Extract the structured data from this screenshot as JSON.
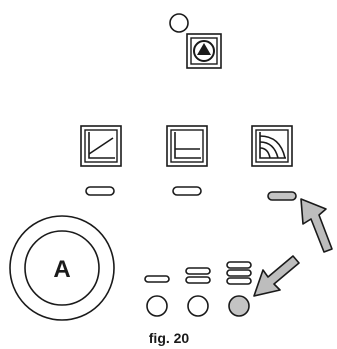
{
  "figure": {
    "caption": "fig. 20",
    "circle_label": "A"
  },
  "colors": {
    "stroke": "#1a1a1a",
    "fill_active": "#c4c4c4",
    "arrow_fill": "#bdbdbd",
    "background": "#ffffff"
  },
  "icons": {
    "pump_button": "pump-triangle-icon",
    "indicator_led": "circle-indicator-icon",
    "mode_1": "proportional-pressure-curve-icon",
    "mode_2": "constant-pressure-curve-icon",
    "mode_3": "fixed-speed-curves-icon",
    "speed_1": "one-bar-icon",
    "speed_2": "two-bars-icon",
    "speed_3": "three-bars-icon",
    "arrow": "gray-pointer-arrow-icon"
  },
  "state": {
    "selected_mode": 3,
    "selected_speed": 3
  }
}
